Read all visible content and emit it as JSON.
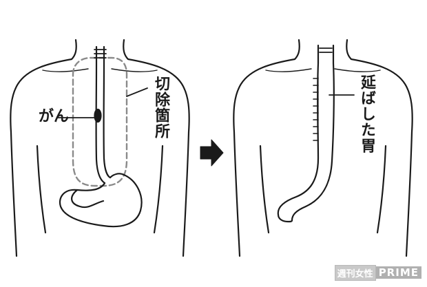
{
  "labels": {
    "cancer": "がん",
    "excision_site": "切除箇所",
    "stretched_stomach": "延ばした胃"
  },
  "watermark": {
    "japanese": "週刊女性",
    "english": "PRIME"
  },
  "colors": {
    "line": "#1a1a1a",
    "dashed_outline": "#8a8a8a",
    "background": "#ffffff"
  }
}
